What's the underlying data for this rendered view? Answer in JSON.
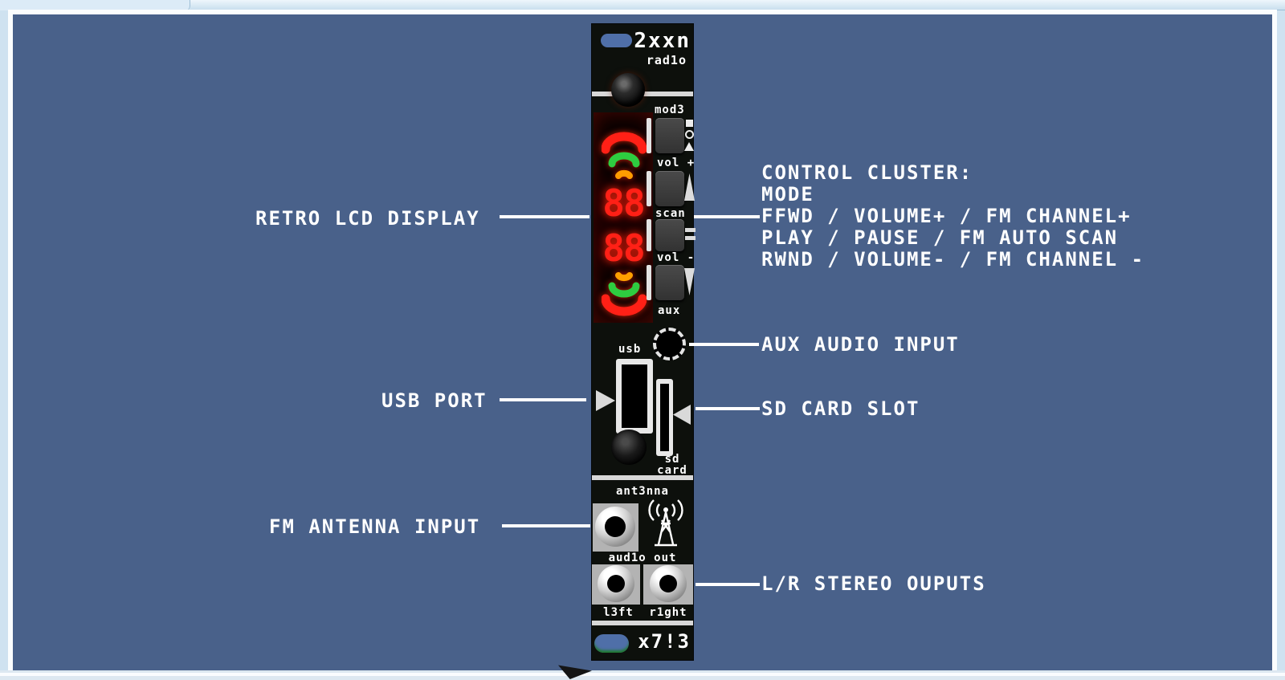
{
  "colors": {
    "canvas_bg": "#49618a",
    "chrome_bg": "#cfe2f0",
    "panel_bg": "#0d100c",
    "annotation_text": "#ffffff",
    "lcd_red": "#ff2016",
    "lcd_green": "#2ecc40",
    "lcd_amber": "#ffa000"
  },
  "module": {
    "brand": "2xxn",
    "brand_sub": "rad1o",
    "logo": "x7!3",
    "controls": {
      "mode": "mod3",
      "vol_plus": "vol +",
      "scan": "scan",
      "vol_minus": "vol -",
      "aux": "aux"
    },
    "ports": {
      "usb": "usb",
      "sd_line1": "sd",
      "sd_line2": "card",
      "antenna": "ant3nna",
      "audio_out": "aud1o out",
      "left": "l3ft",
      "right": "r1ght"
    },
    "display": {
      "row1": "88",
      "row2": "88"
    }
  },
  "icons": {
    "mode_button": [
      "stop-square",
      "record-circle",
      "play-triangle"
    ],
    "ffwd_button": "arrow-up",
    "play_pause_button": "pause-bars",
    "rwnd_button": "arrow-down",
    "display_top": "signal-strength-down",
    "display_bottom": "signal-strength-up",
    "antenna": "radio-tower"
  },
  "annotations": {
    "retro_lcd": "RETRO LCD DISPLAY",
    "control_cluster": {
      "lines": [
        "CONTROL CLUSTER:",
        "MODE",
        "FFWD / VOLUME+ / FM CHANNEL+",
        "PLAY / PAUSE / FM AUTO SCAN",
        "RWND / VOLUME- / FM CHANNEL -"
      ]
    },
    "aux": "AUX AUDIO INPUT",
    "usb": "USB PORT",
    "sd": "SD CARD SLOT",
    "antenna": "FM ANTENNA INPUT",
    "outputs": "L/R STEREO OUPUTS"
  }
}
